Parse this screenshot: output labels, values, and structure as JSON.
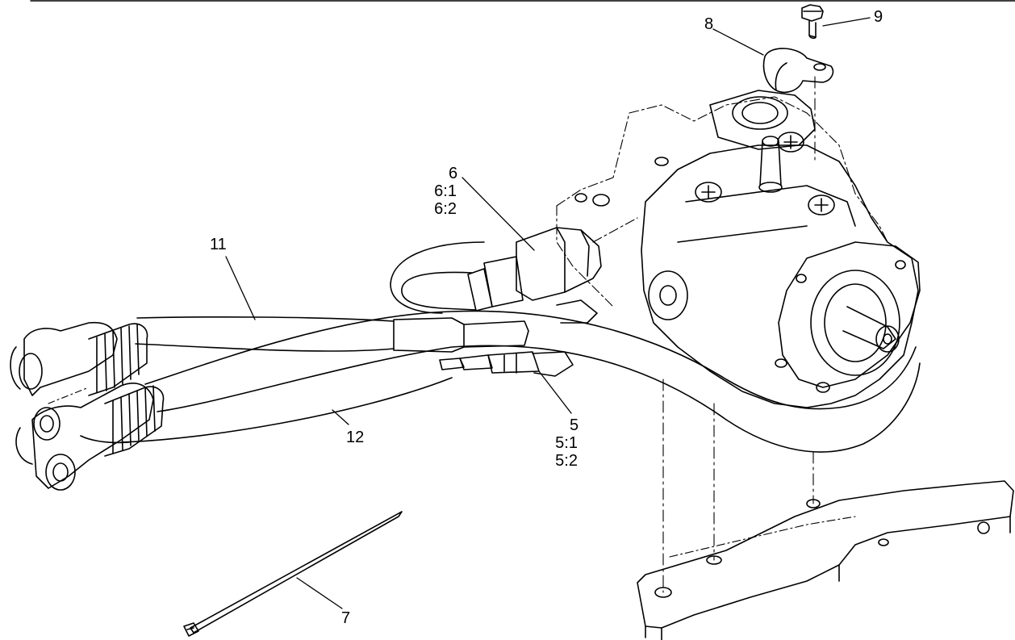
{
  "diagram": {
    "callouts": {
      "c5": [
        "5",
        "5:1",
        "5:2"
      ],
      "c6": [
        "6",
        "6:1",
        "6:2"
      ],
      "c7": "7",
      "c8": "8",
      "c9": "9",
      "c11": "11",
      "c12": "12"
    }
  }
}
